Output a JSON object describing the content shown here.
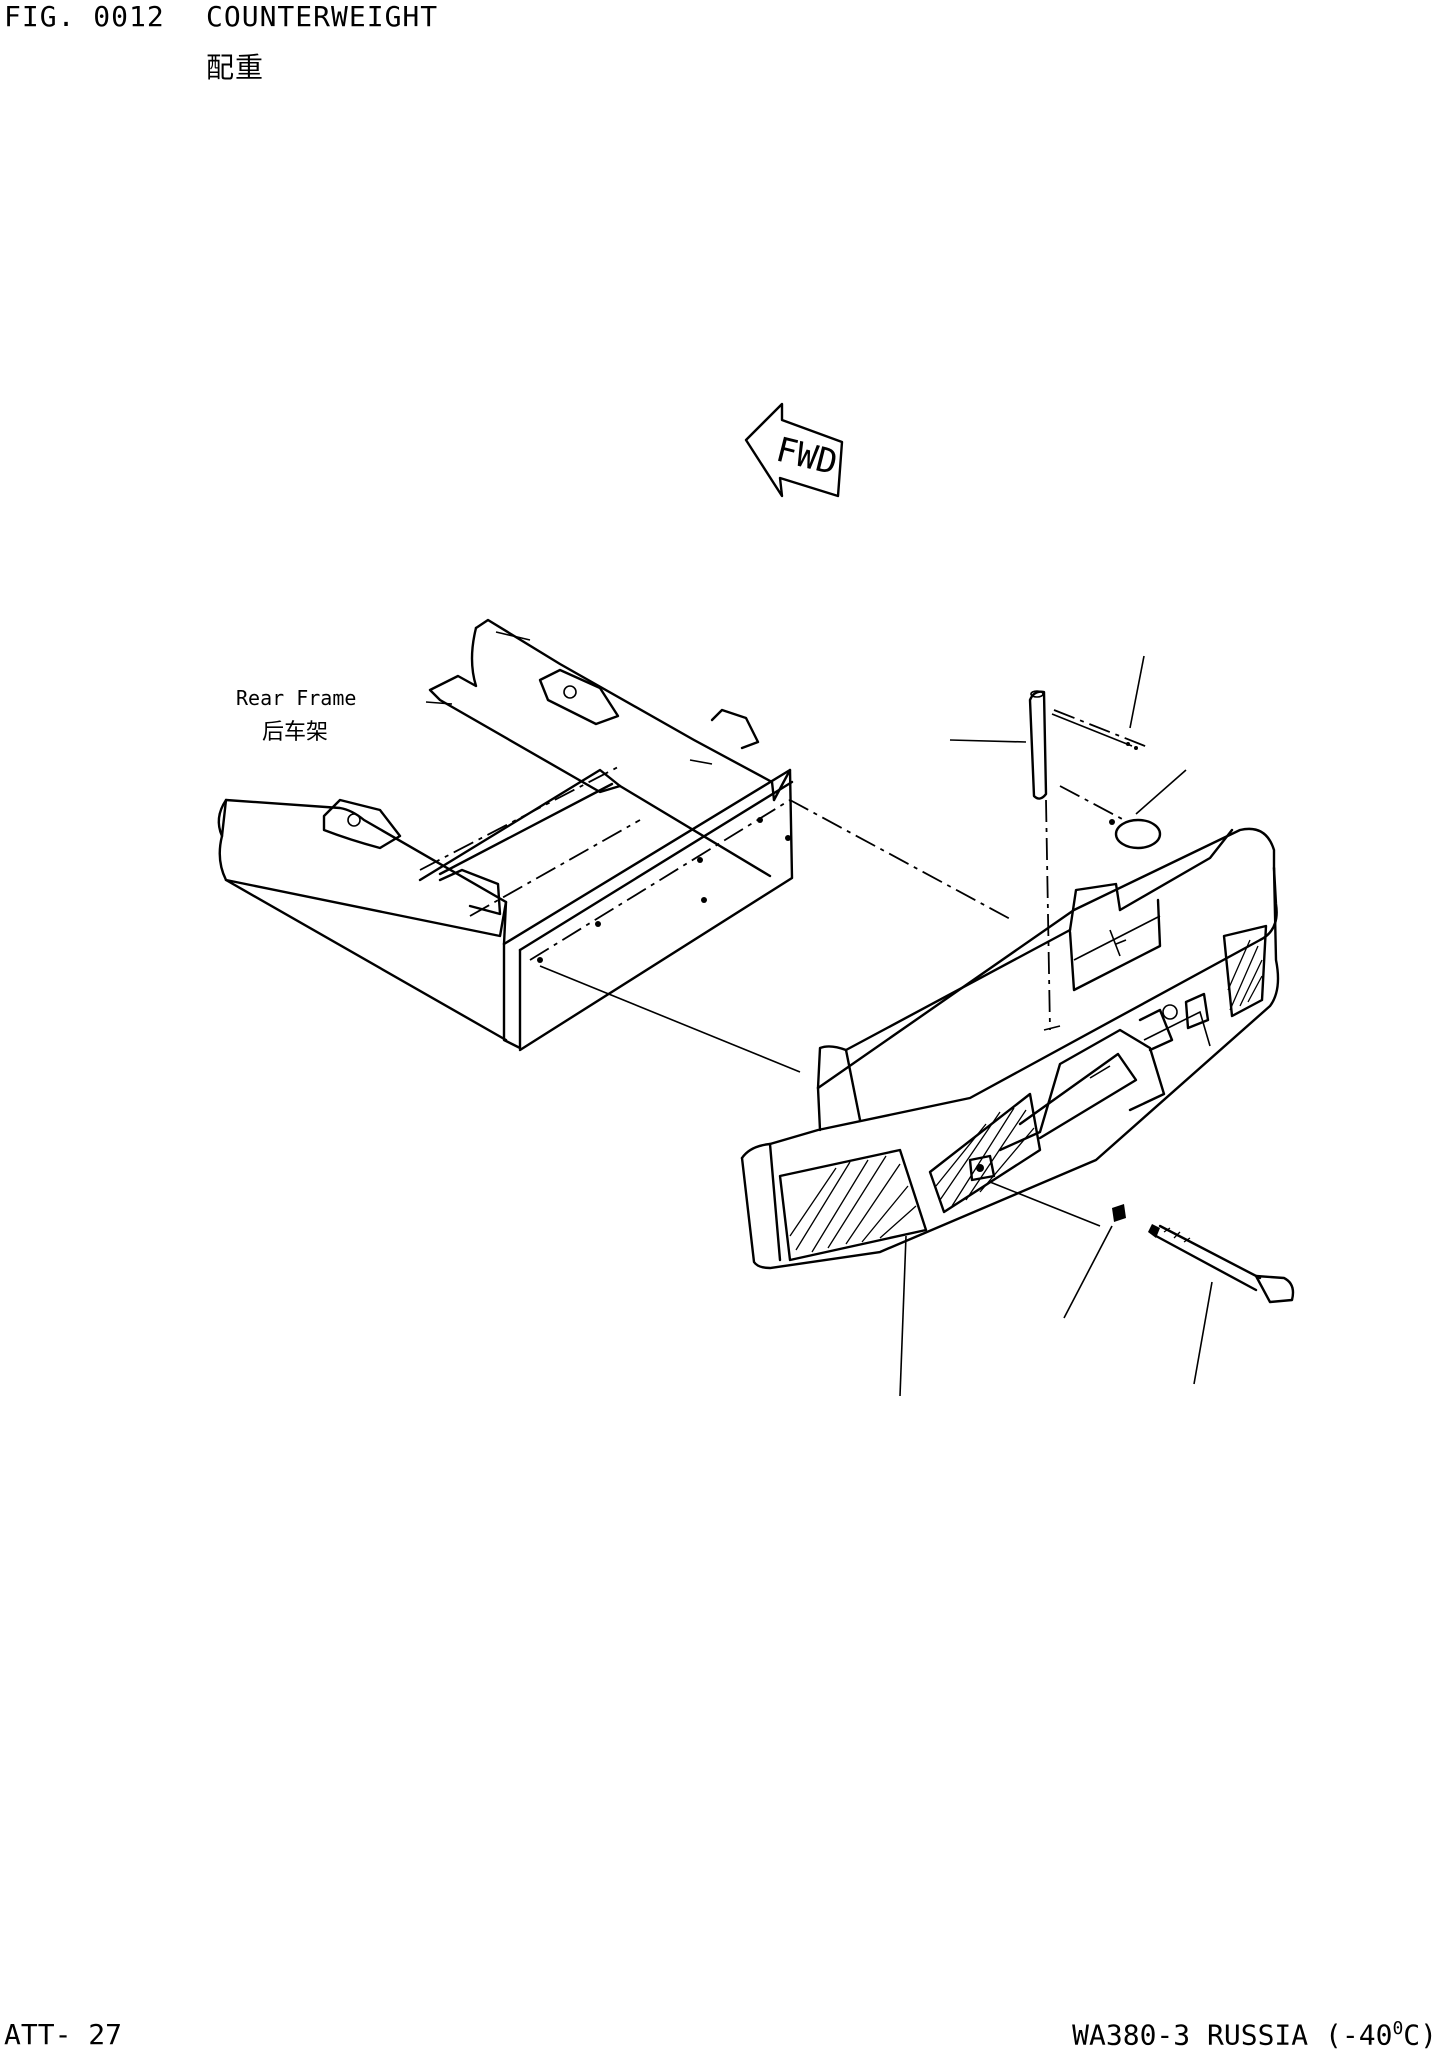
{
  "header": {
    "fig_number": "FIG. 0012",
    "title_en": "COUNTERWEIGHT",
    "title_cn": "配重"
  },
  "diagram": {
    "fwd_label": "FWD",
    "rear_frame_en": "Rear Frame",
    "rear_frame_cn": "后车架"
  },
  "footer": {
    "page_code": "ATT- 27",
    "model_line": "WA380-3 RUSSIA (-40",
    "model_degree": "0",
    "model_unit": "C)"
  },
  "colors": {
    "ink": "#000000",
    "paper": "#ffffff"
  }
}
